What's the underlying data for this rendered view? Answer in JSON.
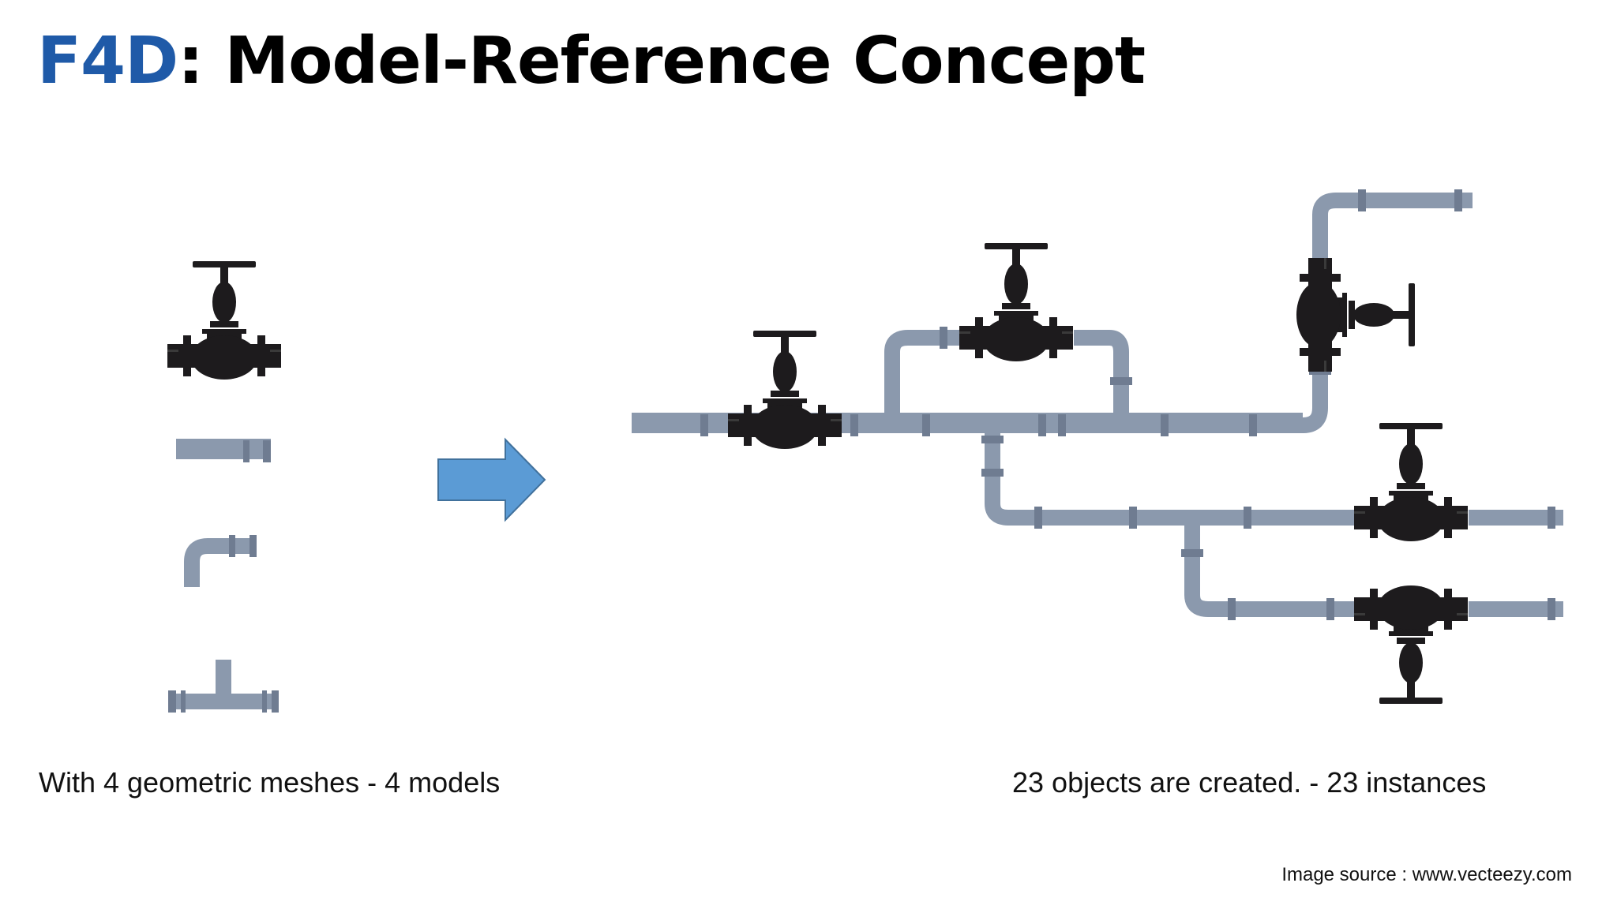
{
  "header": {
    "brand": "F4D",
    "title_rest": ": Model-Reference Concept"
  },
  "colors": {
    "brand": "#1f5aa8",
    "pipe": "#8b99ad",
    "pipe_band": "#6f7c91",
    "valve": "#1d1b1d",
    "arrow": "#5b9bd5"
  },
  "models": {
    "items": [
      {
        "name": "valve-model",
        "icon": "valve-icon"
      },
      {
        "name": "straight-pipe-model",
        "icon": "straight-pipe-icon"
      },
      {
        "name": "elbow-pipe-model",
        "icon": "elbow-pipe-icon"
      },
      {
        "name": "tee-pipe-model",
        "icon": "tee-pipe-icon"
      }
    ],
    "caption": "With 4 geometric meshes - 4 models"
  },
  "arrow": {
    "icon": "arrow-right-icon"
  },
  "instances": {
    "caption": "23 objects are created. - 23 instances"
  },
  "footer": {
    "source": "Image source : www.vecteezy.com"
  }
}
